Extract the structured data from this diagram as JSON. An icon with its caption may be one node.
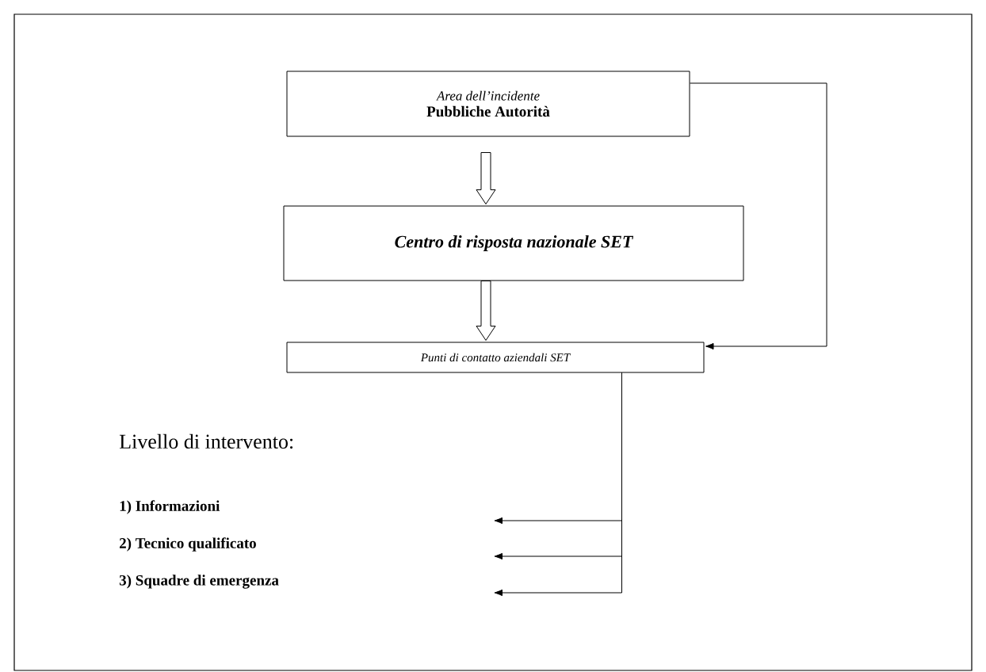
{
  "diagram": {
    "nodes": [
      {
        "text": [
          "Area dell’incidente",
          "Pubbliche Autorità"
        ]
      },
      {
        "text": [
          "Centro di risposta nazionale SET"
        ]
      },
      {
        "text": [
          "Punti di contatto aziendali SET"
        ]
      }
    ],
    "edges": [
      {
        "from": 0,
        "to": 1,
        "arrow": "to",
        "style": "thick"
      },
      {
        "from": 1,
        "to": 2,
        "arrow": "to",
        "style": "thick"
      },
      {
        "from": 0,
        "to": 2,
        "arrow": "to"
      },
      {
        "from": 2,
        "to": null,
        "arrow": "to"
      },
      {
        "from": 2,
        "to": null,
        "arrow": "to"
      },
      {
        "from": 2,
        "to": null,
        "arrow": "to"
      }
    ],
    "labels": [
      "Livello di intervento:",
      "1)  Informazioni",
      "2)  Tecnico qualificato",
      "3)  Squadre di emergenza"
    ]
  }
}
